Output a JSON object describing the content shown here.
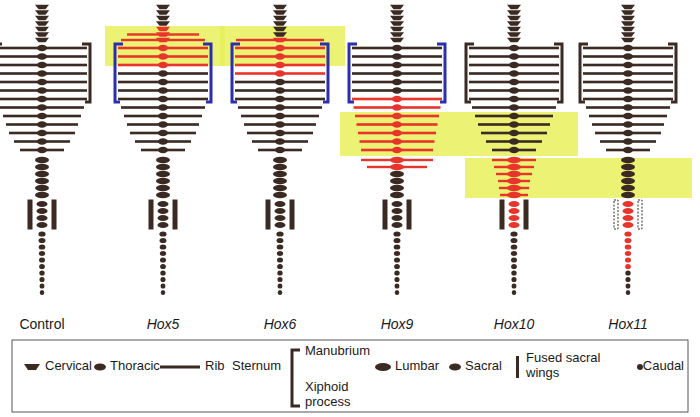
{
  "diagram": {
    "labels": [
      "Control",
      "Hox5",
      "Hox6",
      "Hox9",
      "Hox10",
      "Hox11"
    ],
    "legend": [
      {
        "text": "Cervical"
      },
      {
        "text": "Thoracic"
      },
      {
        "text": "Rib"
      },
      {
        "text": "Sternum"
      },
      {
        "text": "Manubrium"
      },
      {
        "text": "Xiphoid process"
      },
      {
        "text": "Lumbar"
      },
      {
        "text": "Sacral"
      },
      {
        "text": "Fused sacral wings"
      },
      {
        "text": "Caudal"
      }
    ]
  }
}
